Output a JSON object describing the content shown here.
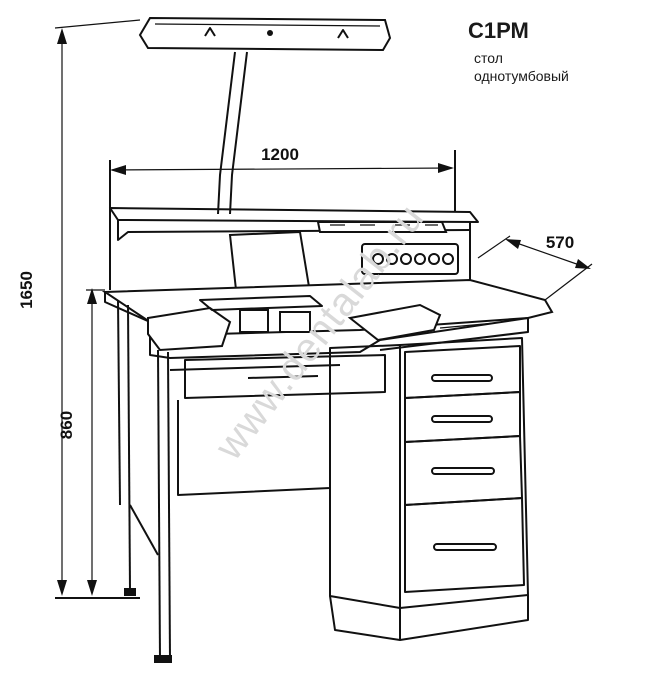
{
  "header": {
    "model": "С1РМ",
    "description_line1": "стол",
    "description_line2": "однотумбовый"
  },
  "dimensions": {
    "height_total": "1650",
    "height_table": "860",
    "width": "1200",
    "depth": "570"
  },
  "watermark": "www.dentalab.ru",
  "colors": {
    "line": "#111111",
    "watermark": "#d9d9d9",
    "background": "#ffffff"
  }
}
